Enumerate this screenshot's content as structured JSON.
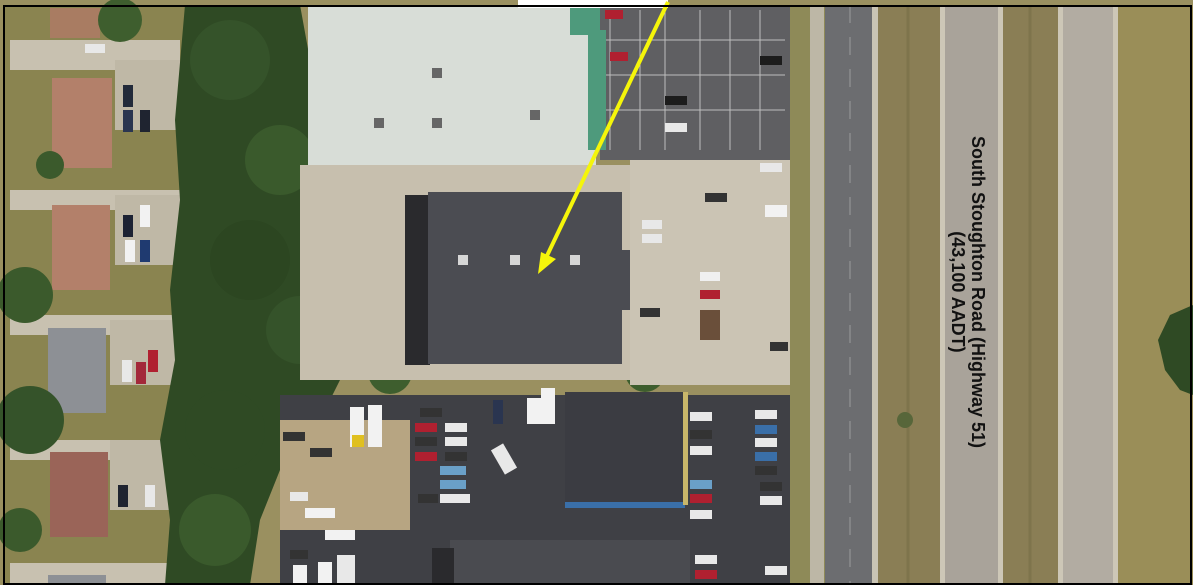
{
  "map": {
    "road_label": {
      "line1": "South Stoughton Road (Highway 51)",
      "line2": "(43,100 AADT)"
    },
    "colors": {
      "pointer_arrow": "#f5f50a",
      "frame": "#000000",
      "grass": "#8f8a55",
      "trees": "#2f4a24",
      "asphalt": "#3f4045",
      "concrete": "#c9c2b3",
      "highway": "#6c6d70",
      "median": "#8a7e55",
      "subject_roof": "#4b4c52",
      "north_roof": "#d8ddd7",
      "north_roof_trim": "#4e9a7c"
    },
    "icons": [
      "pointer-arrow"
    ]
  }
}
